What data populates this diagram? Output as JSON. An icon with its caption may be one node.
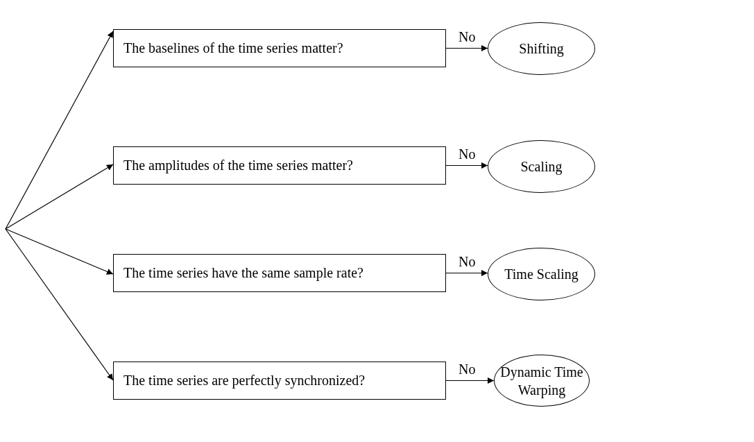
{
  "diagram": {
    "nodes": [
      {
        "text": [
          "The baselines of the time series matter?"
        ]
      },
      {
        "text": [
          "Shifting"
        ]
      },
      {
        "text": [
          "The amplitudes of the time series matter?"
        ]
      },
      {
        "text": [
          "Scaling"
        ]
      },
      {
        "text": [
          "The time series have the same sample rate?"
        ]
      },
      {
        "text": [
          "Time Scaling"
        ]
      },
      {
        "text": [
          "The time series are perfectly synchronized?"
        ]
      },
      {
        "text": [
          "Dynamic Time Warping"
        ]
      }
    ],
    "edges": [
      {
        "from": null,
        "to": 0,
        "arrow": "to"
      },
      {
        "from": null,
        "to": 2,
        "arrow": "to"
      },
      {
        "from": null,
        "to": 4,
        "arrow": "to"
      },
      {
        "from": null,
        "to": 6,
        "arrow": "to"
      },
      {
        "from": 0,
        "to": 1,
        "arrow": "to",
        "label": "No"
      },
      {
        "from": 2,
        "to": 3,
        "arrow": "to",
        "label": "No"
      },
      {
        "from": 4,
        "to": 5,
        "arrow": "to",
        "label": "No"
      },
      {
        "from": 6,
        "to": 7,
        "arrow": "to",
        "label": "No"
      }
    ]
  }
}
